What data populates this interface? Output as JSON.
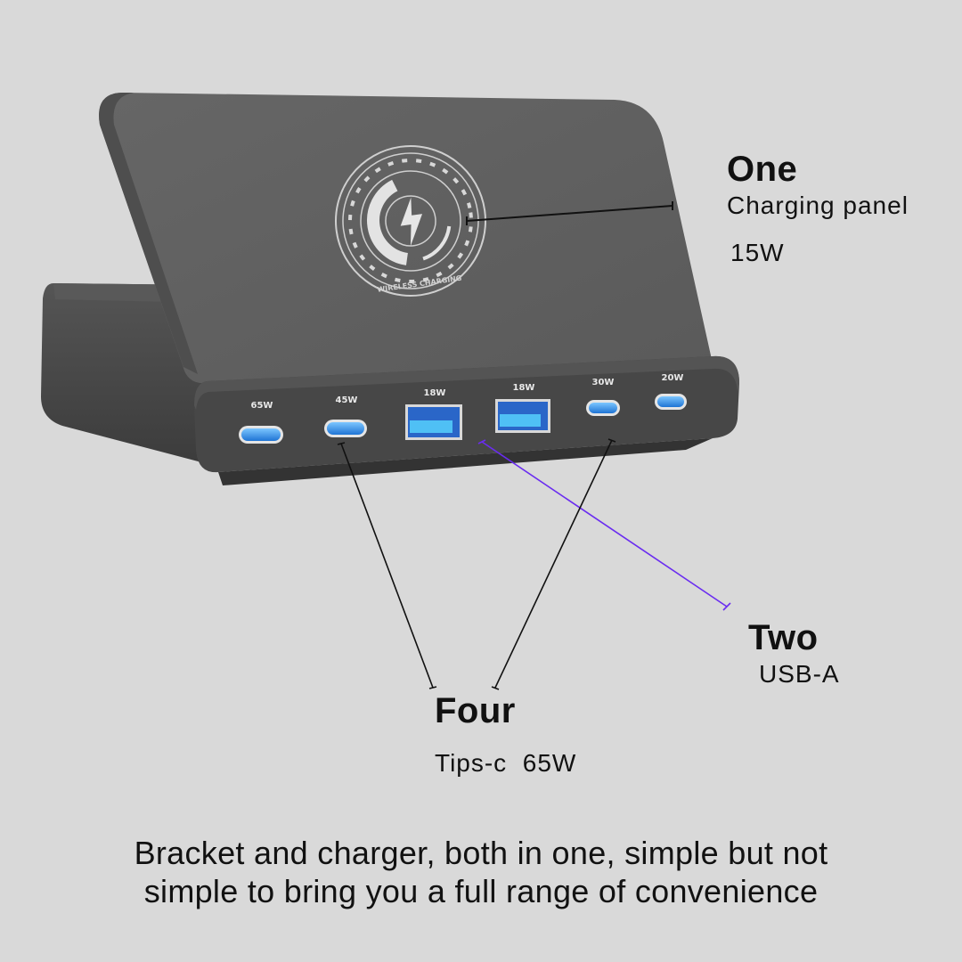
{
  "callouts": {
    "one": {
      "title": "One",
      "line1": "Charging panel",
      "line2": "15W"
    },
    "two": {
      "title": "Two",
      "line1": "USB-A"
    },
    "four": {
      "title": "Four",
      "line1": "Tips-c  65W"
    }
  },
  "product": {
    "panel_logo_text": "WIRELESS CHARGING",
    "ports": [
      {
        "label": "65W",
        "type": "usb-c"
      },
      {
        "label": "45W",
        "type": "usb-c"
      },
      {
        "label": "18W",
        "type": "usb-a"
      },
      {
        "label": "18W",
        "type": "usb-a"
      },
      {
        "label": "30W",
        "type": "usb-c"
      },
      {
        "label": "20W",
        "type": "usb-c"
      }
    ]
  },
  "caption": {
    "line1": "Bracket and charger, both in one, simple but not",
    "line2": "simple to bring you a full range of convenience"
  },
  "colors": {
    "background": "#d9d9d9",
    "device": "#5f5f5f",
    "port_blue": "#2f8fe0",
    "purple_line": "#6a2cf0"
  }
}
